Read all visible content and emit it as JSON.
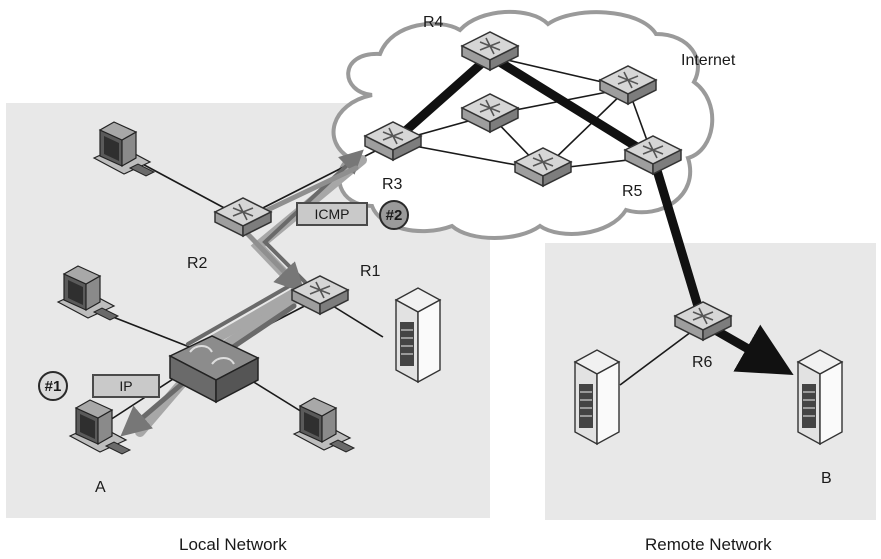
{
  "labels": {
    "r1": "R1",
    "r2": "R2",
    "r3": "R3",
    "r4": "R4",
    "r5": "R5",
    "r6": "R6",
    "a": "A",
    "b": "B",
    "internet": "Internet"
  },
  "captions": {
    "local": "Local Network",
    "remote": "Remote Network"
  },
  "messages": {
    "ip_tag": "IP",
    "ip_step": "#1",
    "icmp_tag": "ICMP",
    "icmp_step": "#2"
  },
  "colors": {
    "zone": "#e8e8e8",
    "cloud_stroke": "#9a9a9a",
    "router": "#cfcfcf",
    "path": "#111111",
    "flow_light": "#9a9a9a",
    "flow_dark": "#555555"
  }
}
